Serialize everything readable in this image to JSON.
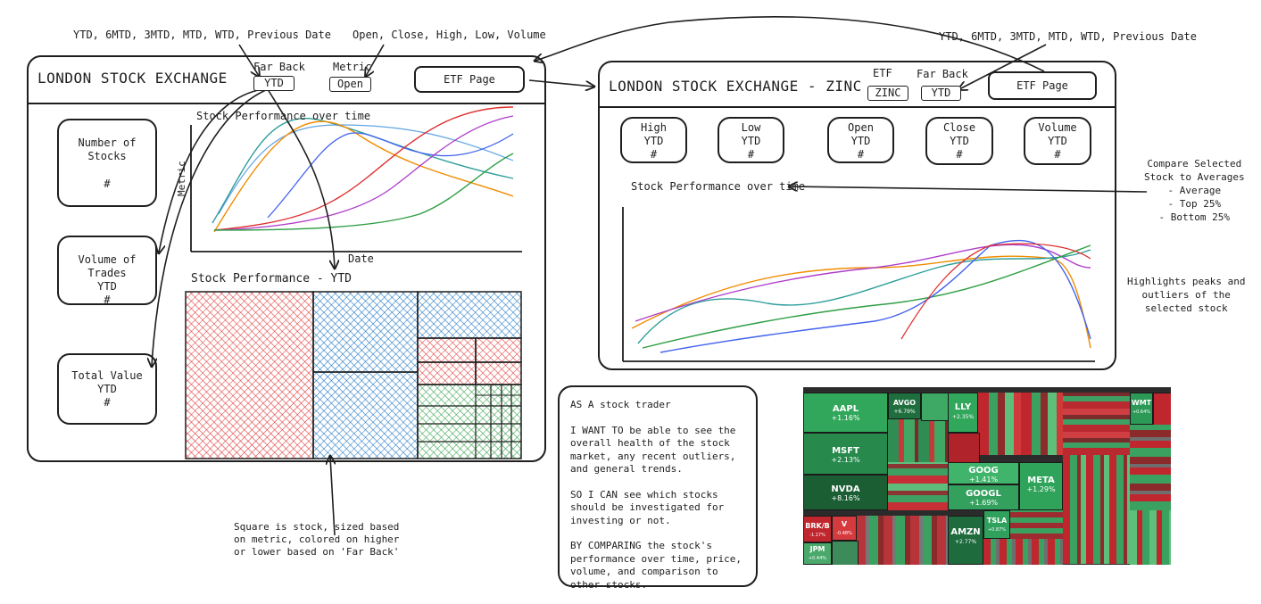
{
  "annotations": {
    "far_back_options_left": "YTD, 6MTD, 3MTD, MTD, WTD, Previous Date",
    "metric_options": "Open, Close, High, Low, Volume",
    "far_back_options_right": "YTD, 6MTD, 3MTD, MTD, WTD, Previous Date",
    "compare_note": [
      "Compare Selected",
      "Stock to Averages",
      "- Average",
      "- Top 25%",
      "- Bottom 25%"
    ],
    "highlight_note": [
      "Highlights peaks and",
      "outliers of the",
      "selected stock"
    ],
    "square_note": [
      "Square is stock, sized based",
      "on metric, colored on higher",
      "or lower based on 'Far Back'"
    ]
  },
  "lse_page": {
    "title": "LONDON STOCK EXCHANGE",
    "far_back_label": "Far Back",
    "far_back_value": "YTD",
    "metric_label": "Metric",
    "metric_value": "Open",
    "etf_button": "ETF Page",
    "kpis": [
      {
        "title": "Number of Stocks",
        "sub": "",
        "value": "#"
      },
      {
        "title": "Volume of Trades",
        "sub": "YTD",
        "value": "#"
      },
      {
        "title": "Total Value",
        "sub": "YTD",
        "value": "#"
      }
    ],
    "line_chart": {
      "title": "Stock Performance over time",
      "ylabel": "Metric",
      "xlabel": "Date"
    },
    "treemap": {
      "title": "Stock Performance - YTD"
    }
  },
  "etf_page": {
    "title": "LONDON STOCK EXCHANGE - ZINC",
    "etf_label": "ETF",
    "etf_value": "ZINC",
    "far_back_label": "Far Back",
    "far_back_value": "YTD",
    "etf_button": "ETF Page",
    "kpis": [
      {
        "title": "High",
        "sub": "YTD",
        "value": "#"
      },
      {
        "title": "Low",
        "sub": "YTD",
        "value": "#"
      },
      {
        "title": "Open",
        "sub": "YTD",
        "value": "#"
      },
      {
        "title": "Close",
        "sub": "YTD",
        "value": "#"
      },
      {
        "title": "Volume",
        "sub": "YTD",
        "value": "#"
      }
    ],
    "line_chart": {
      "title": "Stock Performance over time"
    }
  },
  "user_story": {
    "heading": "AS A stock trader",
    "want": "I WANT TO be able to see the overall health of the stock market, any recent outliers, and general trends.",
    "so": "SO I CAN see which stocks should be investigated for investing or not.",
    "by": "BY COMPARING the stock's performance over time, price, volume, and comparison to other stocks."
  },
  "heatmap": {
    "tiles": [
      {
        "ticker": "AAPL",
        "change": "+1.16%"
      },
      {
        "ticker": "MSFT",
        "change": "+2.13%"
      },
      {
        "ticker": "NVDA",
        "change": "+8.16%"
      },
      {
        "ticker": "AVGO",
        "change": "+6.79%"
      },
      {
        "ticker": "LLY",
        "change": "+2.35%"
      },
      {
        "ticker": "GOOG",
        "change": "+1.41%"
      },
      {
        "ticker": "GOOGL",
        "change": "+1.69%"
      },
      {
        "ticker": "META",
        "change": "+1.29%"
      },
      {
        "ticker": "WMT",
        "change": "+0.64%"
      },
      {
        "ticker": "BRK/B",
        "change": "-1.17%"
      },
      {
        "ticker": "V",
        "change": "-0.48%"
      },
      {
        "ticker": "JPM",
        "change": "+0.44%"
      },
      {
        "ticker": "TSLA",
        "change": "+0.87%"
      },
      {
        "ticker": "AMZN",
        "change": "+2.77%"
      }
    ]
  }
}
